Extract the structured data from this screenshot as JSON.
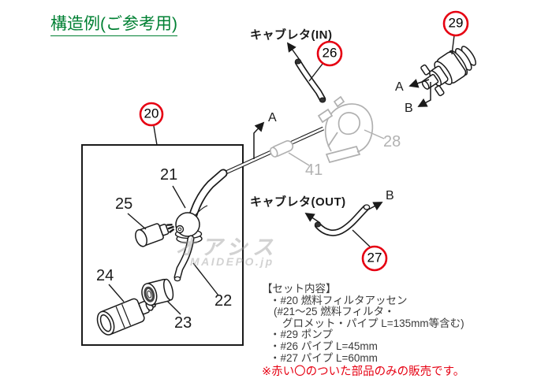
{
  "title": "構造例(ご参考用)",
  "watermark": {
    "line1": "オアシス",
    "line2": "MAIDEPO.jp"
  },
  "colors": {
    "accent_red": "#e60012",
    "title_green": "#008033",
    "reference_gray": "#b0b0b0",
    "line_black": "#1a1a1a"
  },
  "diagram": {
    "carb_in": "キャブレタ(IN)",
    "carb_out": "キャブレタ(OUT)",
    "port_a": "A",
    "port_b": "B",
    "circled": {
      "c20": "20",
      "c26": "26",
      "c27": "27",
      "c29": "29"
    },
    "labels": {
      "p21": "21",
      "p22": "22",
      "p23": "23",
      "p24": "24",
      "p25": "25",
      "p28": "28",
      "p41": "41"
    }
  },
  "set_contents": {
    "lines": [
      "【セット内容】",
      "・#20 燃料フィルタアッセン",
      "(#21〜25 燃料フィルタ・",
      "グロメット・パイプ L=135mm等含む)",
      "・#29 ポンプ",
      "・#26 パイプ L=45mm",
      "・#27 パイプ L=60mm"
    ],
    "note": "※赤い〇のついた部品のみの販売です。"
  }
}
